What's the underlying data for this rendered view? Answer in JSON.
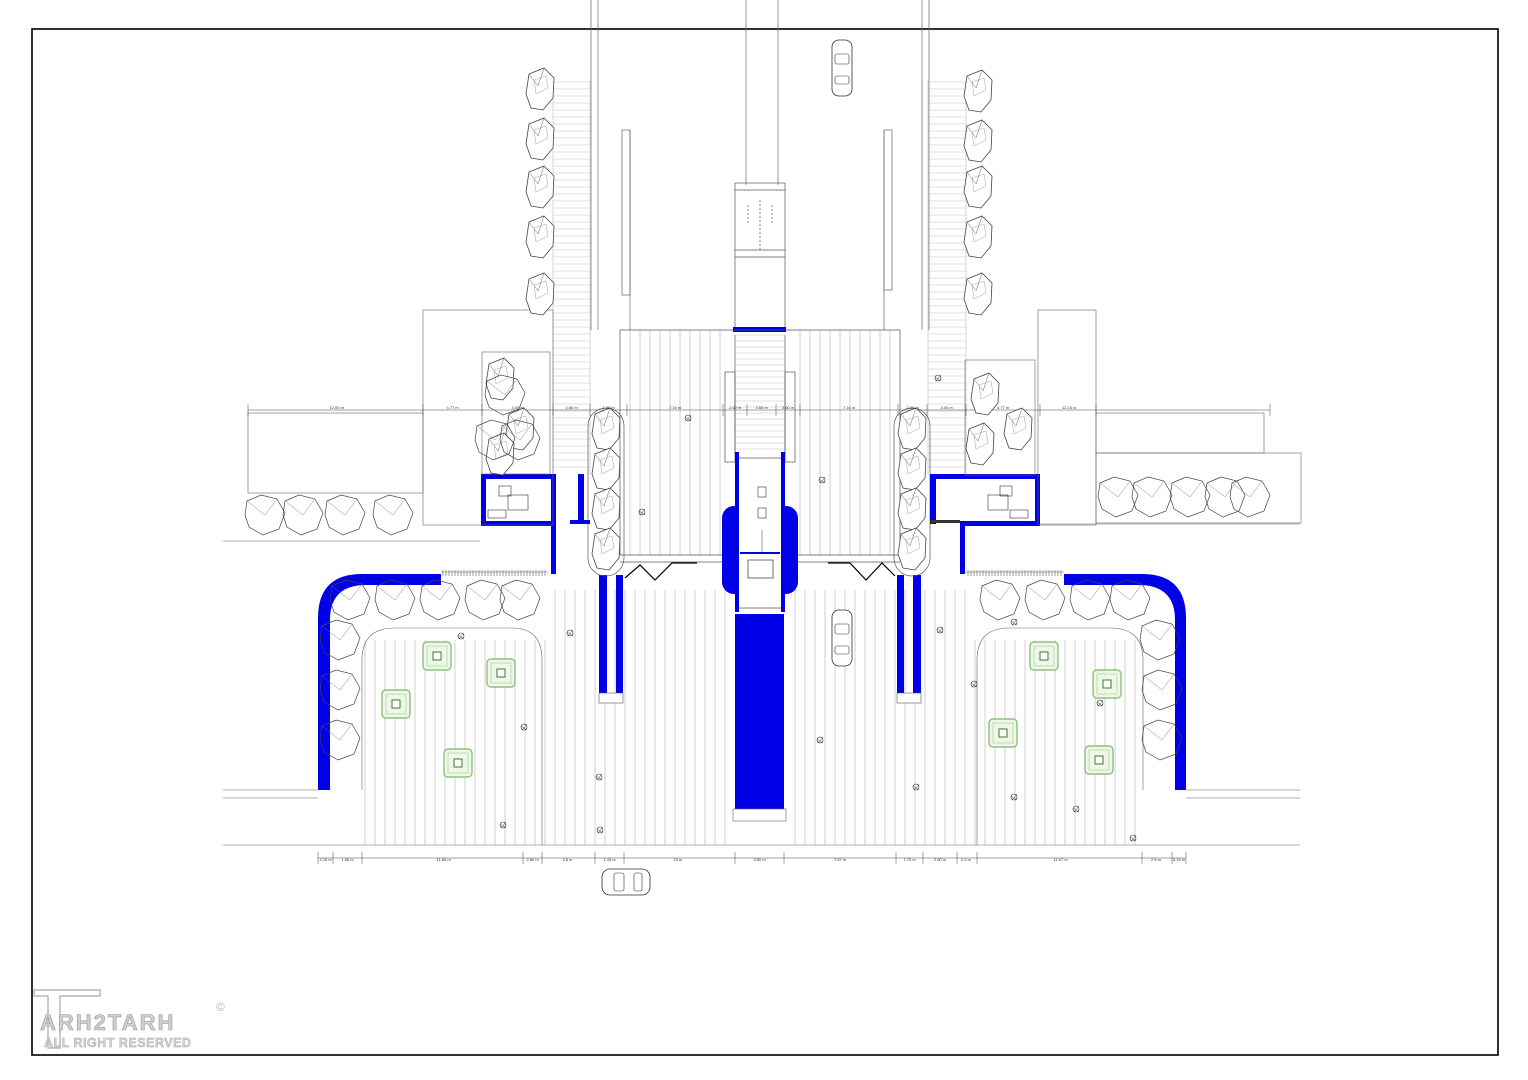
{
  "watermark": {
    "brand": "ARH2TARH",
    "subtitle": "ALL RIGHT RESERVED",
    "copyright_symbol": "©"
  },
  "colors": {
    "wall_blue": "#0000e6",
    "line": "#555555",
    "planter_green": "#8ec07c",
    "frame": "#000000"
  },
  "dimensions": {
    "top_row": [
      "12.00 m",
      "4.77 m",
      "3.00 m",
      "2.60 m",
      "1.35 m",
      "7.16 m",
      "2.60 m",
      "3.60 m",
      "2.60 m",
      "7.16 m",
      "2.60 m",
      "3.00 m",
      "4.77 m",
      "12.15 m"
    ],
    "bottom_row": [
      "4.16 m",
      "1.66 m",
      "11.60 m",
      "2.60 m",
      "4.6 m",
      "1.15 m",
      "10 m",
      "3.60 m",
      "7.67 m",
      "1.75 m",
      "2.60 m",
      "0.4 m",
      "11.67 m",
      "2.6 m",
      "6.19 m"
    ]
  },
  "icons": [
    "car-icon",
    "tree-icon",
    "planter-icon",
    "booth-icon"
  ]
}
